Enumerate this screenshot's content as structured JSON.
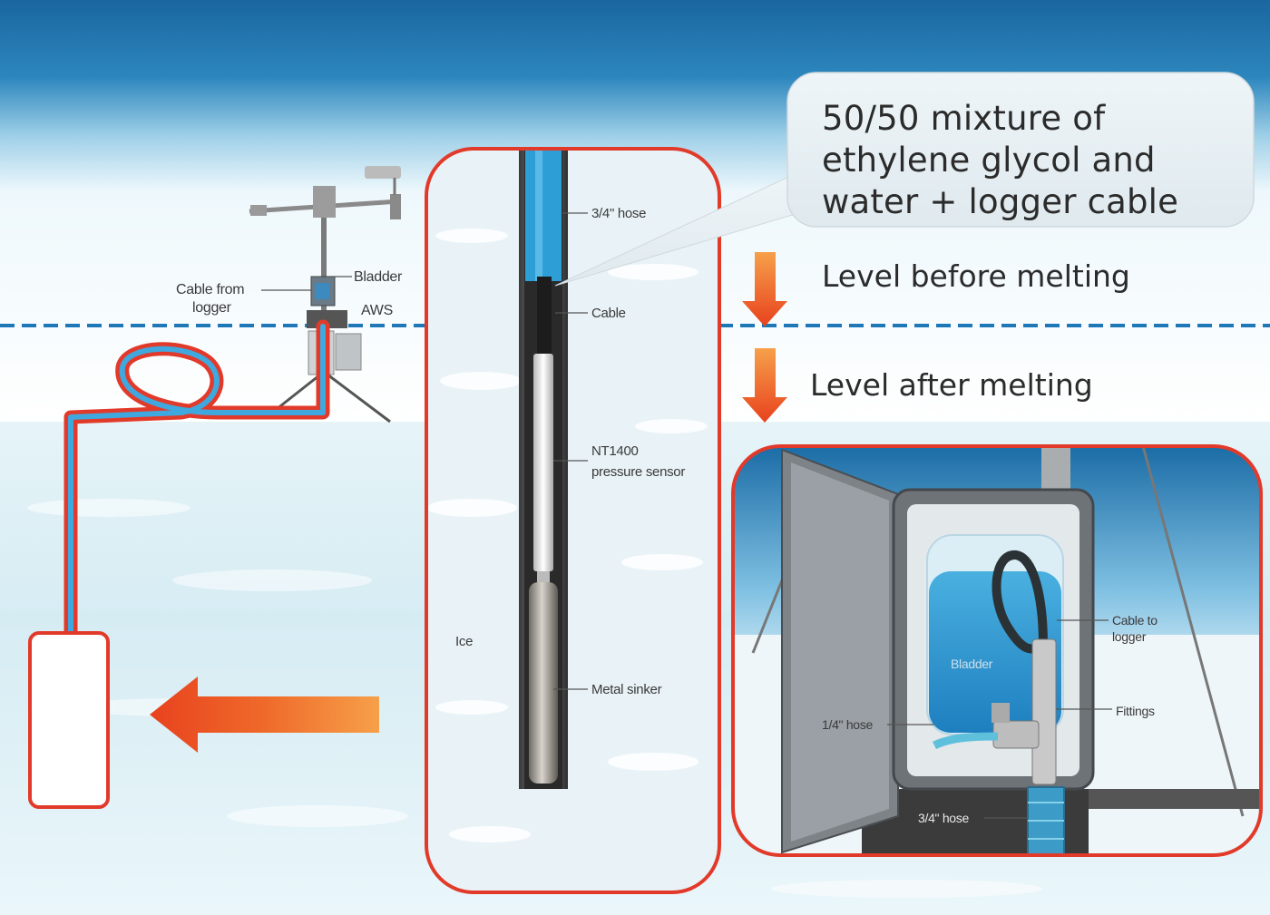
{
  "callout": {
    "line1": "50/50 mixture of",
    "line2": "ethylene glycol and",
    "line3": "water + logger cable"
  },
  "levels": {
    "before": "Level before melting",
    "after": "Level after melting"
  },
  "station_labels": {
    "cable_from_logger_1": "Cable from",
    "cable_from_logger_2": "logger",
    "bladder": "Bladder",
    "aws": "AWS"
  },
  "borehole_labels": {
    "hose": "3/4\" hose",
    "cable": "Cable",
    "sensor_1": "NT1400",
    "sensor_2": "pressure sensor",
    "ice": "Ice",
    "sinker": "Metal sinker"
  },
  "box_labels": {
    "cable_to_logger_1": "Cable to",
    "cable_to_logger_2": "logger",
    "bladder": "Bladder",
    "fittings": "Fittings",
    "quarter_hose": "1/4\" hose",
    "three_quarter_hose": "3/4\" hose"
  },
  "colors": {
    "frame_red": "#e23a2a",
    "arrow_orange": "#f05a1e",
    "sky_dark": "#1c6fa8",
    "hose_blue": "#2f9fd8"
  }
}
